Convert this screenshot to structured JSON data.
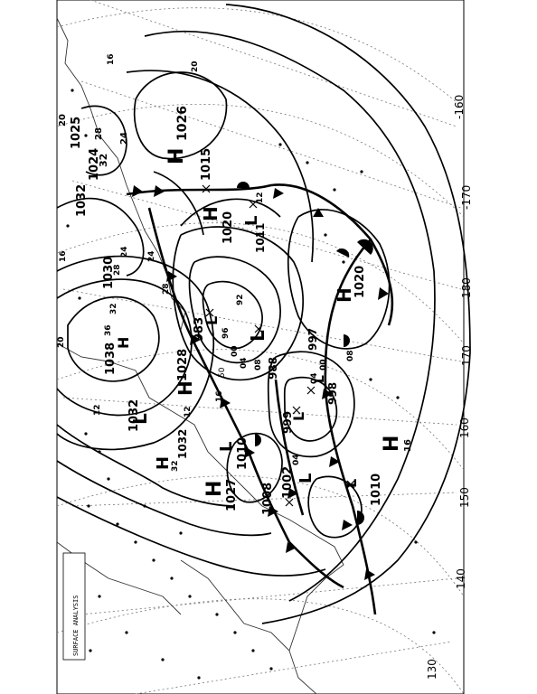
{
  "chart": {
    "longitudes": [
      "-160",
      "-170",
      "180",
      "170",
      "160",
      "150",
      "140",
      "130"
    ],
    "lat_label": "50",
    "caption": "SURFACE ANALYSIS",
    "pressure_centers": [
      {
        "type": "H",
        "value": "1026"
      },
      {
        "type": "H",
        "value": "1015"
      },
      {
        "type": "L",
        "value": "1011"
      },
      {
        "type": "H",
        "value": "1020"
      },
      {
        "type": "H",
        "value": "1020"
      },
      {
        "type": "L",
        "value": "983"
      },
      {
        "type": "L",
        "value": "988"
      },
      {
        "type": "L",
        "value": "997"
      },
      {
        "type": "L",
        "value": "998"
      },
      {
        "type": "L",
        "value": "999"
      },
      {
        "type": "L",
        "value": "1002"
      },
      {
        "type": "L",
        "value": "1010"
      },
      {
        "type": "H",
        "value": "1028"
      },
      {
        "type": "L",
        "value": "1032"
      },
      {
        "type": "H",
        "value": "1027"
      },
      {
        "type": "L",
        "value": "1010"
      },
      {
        "type": "H",
        "value": "1030"
      },
      {
        "type": "H",
        "value": "1038"
      },
      {
        "type": "H",
        "value": "1032"
      },
      {
        "type": "L",
        "value": "1008"
      },
      {
        "type": "H",
        "value": "16"
      }
    ],
    "isobar_labels": [
      "20",
      "16",
      "12",
      "24",
      "28",
      "32",
      "36",
      "20",
      "16",
      "12",
      "92",
      "96",
      "00",
      "04",
      "08",
      "04",
      "00",
      "08",
      "04",
      "12",
      "16",
      "24",
      "28",
      "32"
    ],
    "left_stack": [
      "1032",
      "1025",
      "1024",
      "32",
      "28",
      "24",
      "20"
    ]
  }
}
